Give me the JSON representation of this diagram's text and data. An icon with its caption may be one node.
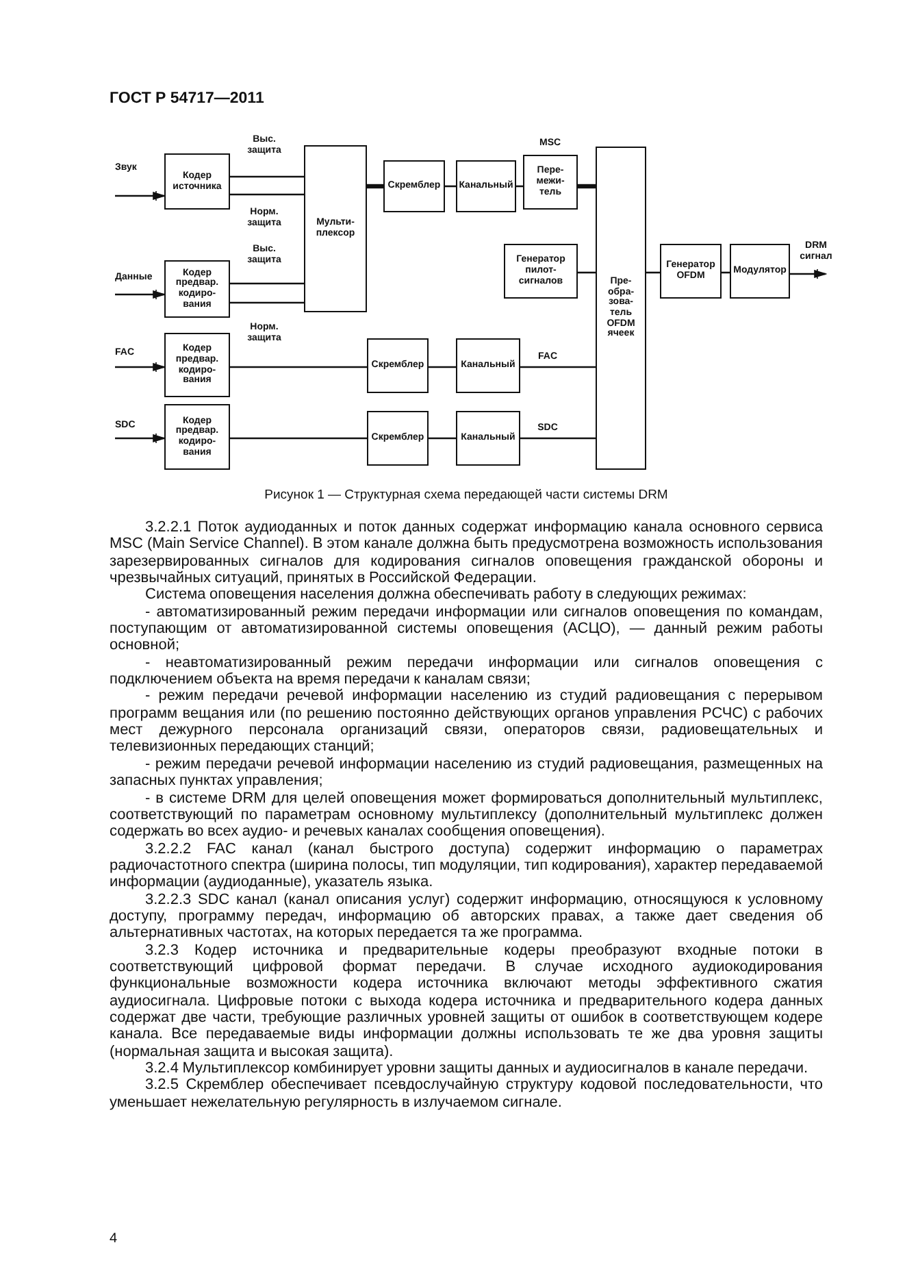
{
  "diagram": {
    "caption": "Рисунок 1 — Структурная схема передающей части системы DRM",
    "nodes": [
      {
        "text": [
          "Звук"
        ]
      },
      {
        "text": [
          "Кодер источника"
        ]
      },
      {
        "text": [
          "Данные"
        ]
      },
      {
        "text": [
          "Кодер предвар. кодиро- вания"
        ]
      },
      {
        "text": [
          "Мульти- плексор"
        ]
      },
      {
        "text": [
          "Скремблер"
        ]
      },
      {
        "text": [
          "Канальный"
        ]
      },
      {
        "text": [
          "Пере- межи- тель"
        ]
      },
      {
        "text": [
          "Генератор пилот- сигналов"
        ]
      },
      {
        "text": [
          "Пре- обра- зова- тель OFDM ячеек"
        ]
      },
      {
        "text": [
          "Генератор OFDM"
        ]
      },
      {
        "text": [
          "Модулятор"
        ]
      },
      {
        "text": [
          "DRM сигнал"
        ]
      },
      {
        "text": [
          "FAC"
        ]
      },
      {
        "text": [
          "Кодер предвар. кодиро- вания"
        ]
      },
      {
        "text": [
          "Скремблер"
        ]
      },
      {
        "text": [
          "Канальный"
        ]
      },
      {
        "text": [
          "SDC"
        ]
      },
      {
        "text": [
          "Кодер предвар. кодиро- вания"
        ]
      },
      {
        "text": [
          "Скремблер"
        ]
      },
      {
        "text": [
          "Канальный"
        ]
      }
    ],
    "edges": [
      {
        "from": 0,
        "to": 1,
        "arrow": "to"
      },
      {
        "from": 1,
        "to": 4,
        "arrow": "none",
        "label": "Выс. защита"
      },
      {
        "from": 1,
        "to": 4,
        "arrow": "none",
        "label": "Норм. защита"
      },
      {
        "from": 2,
        "to": 3,
        "arrow": "to"
      },
      {
        "from": 3,
        "to": 4,
        "arrow": "none",
        "label": "Выс. защита"
      },
      {
        "from": 3,
        "to": 4,
        "arrow": "none",
        "label": "Норм. защита"
      },
      {
        "from": 4,
        "to": 5,
        "arrow": "none",
        "style": "thick"
      },
      {
        "from": 5,
        "to": 6,
        "arrow": "none"
      },
      {
        "from": 6,
        "to": 7,
        "arrow": "none"
      },
      {
        "from": 7,
        "to": 9,
        "arrow": "none",
        "style": "thick"
      },
      {
        "from": 8,
        "to": 9,
        "arrow": "none"
      },
      {
        "from": 9,
        "to": 10,
        "arrow": "none"
      },
      {
        "from": 10,
        "to": 11,
        "arrow": "none"
      },
      {
        "from": 11,
        "to": 12,
        "arrow": "to"
      },
      {
        "from": 13,
        "to": 14,
        "arrow": "to"
      },
      {
        "from": 14,
        "to": 15,
        "arrow": "none"
      },
      {
        "from": 15,
        "to": 16,
        "arrow": "none"
      },
      {
        "from": 16,
        "to": 9,
        "arrow": "none",
        "label": "FAC"
      },
      {
        "from": 17,
        "to": 18,
        "arrow": "to"
      },
      {
        "from": 18,
        "to": 19,
        "arrow": "none"
      },
      {
        "from": 19,
        "to": 20,
        "arrow": "none"
      },
      {
        "from": 20,
        "to": 9,
        "arrow": "none",
        "label": "SDC"
      }
    ],
    "labels": [
      "ГОСТ Р 54717—2011",
      "MSC",
      "3.2.2.1 Поток аудиоданных и поток данных содержат информацию канала основного сервиса MSC (Main Service Channel). В этом канале должна быть предусмотрена возможность использования зарезервированных сигналов для кодирования сигналов оповещения гражданской обороны и чрезвычайных ситуаций, принятых в Российской Федерации.",
      "Система оповещения населения должна обеспечивать работу в следующих режимах:",
      "- автоматизированный режим передачи информации или сигналов оповещения по командам, поступающим от автоматизированной системы оповещения (АСЦО), — данный режим работы основной;",
      "- неавтоматизированный режим передачи информации или сигналов оповещения с подключением объекта на время передачи к каналам связи;",
      "- режим передачи речевой информации населению из студий радиовещания с перерывом программ вещания или (по решению постоянно действующих органов управления РСЧС) с рабочих мест дежурного персонала организаций связи, операторов связи, радиовещательных и телевизионных передающих станций;",
      "- режим передачи речевой информации населению из студий радиовещания, размещенных на запасных пунктах управления;",
      "- в системе DRM для целей оповещения может формироваться дополнительный мультиплекс, соответствующий по параметрам основному мультиплексу (дополнительный мультиплекс должен содержать во всех аудио- и речевых каналах сообщения оповещения).",
      "3.2.2.2 FAC канал (канал быстрого доступа) содержит информацию о параметрах радиочастотного спектра (ширина полосы, тип модуляции, тип кодирования), характер передаваемой информации (аудиоданные), указатель языка.",
      "3.2.2.3 SDC канал (канал описания услуг) содержит информацию, относящуюся к условному доступу, программу передач, информацию об авторских правах, а также дает сведения об альтернативных частотах, на которых передается та же программа.",
      "3.2.3 Кодер источника и предварительные кодеры преобразуют входные потоки в соответствующий цифровой формат передачи. В случае исходного аудиокодирования функциональные возможности кодера источника включают методы эффективного сжатия аудиосигнала. Цифровые потоки с выхода кодера источника и предварительного кодера данных содержат две части, требующие различных уровней защиты от ошибок в соответствующем кодере канала. Все передаваемые виды информации должны использовать те же два уровня защиты (нормальная защита и высокая защита).",
      "3.2.4 Мультиплексор комбинирует уровни защиты данных и аудиосигналов в канале передачи.",
      "3.2.5 Скремблер обеспечивает псевдослучайную структуру кодовой последовательности, что уменьшает нежелательную регулярность в излучаемом сигнале.",
      "4"
    ]
  }
}
